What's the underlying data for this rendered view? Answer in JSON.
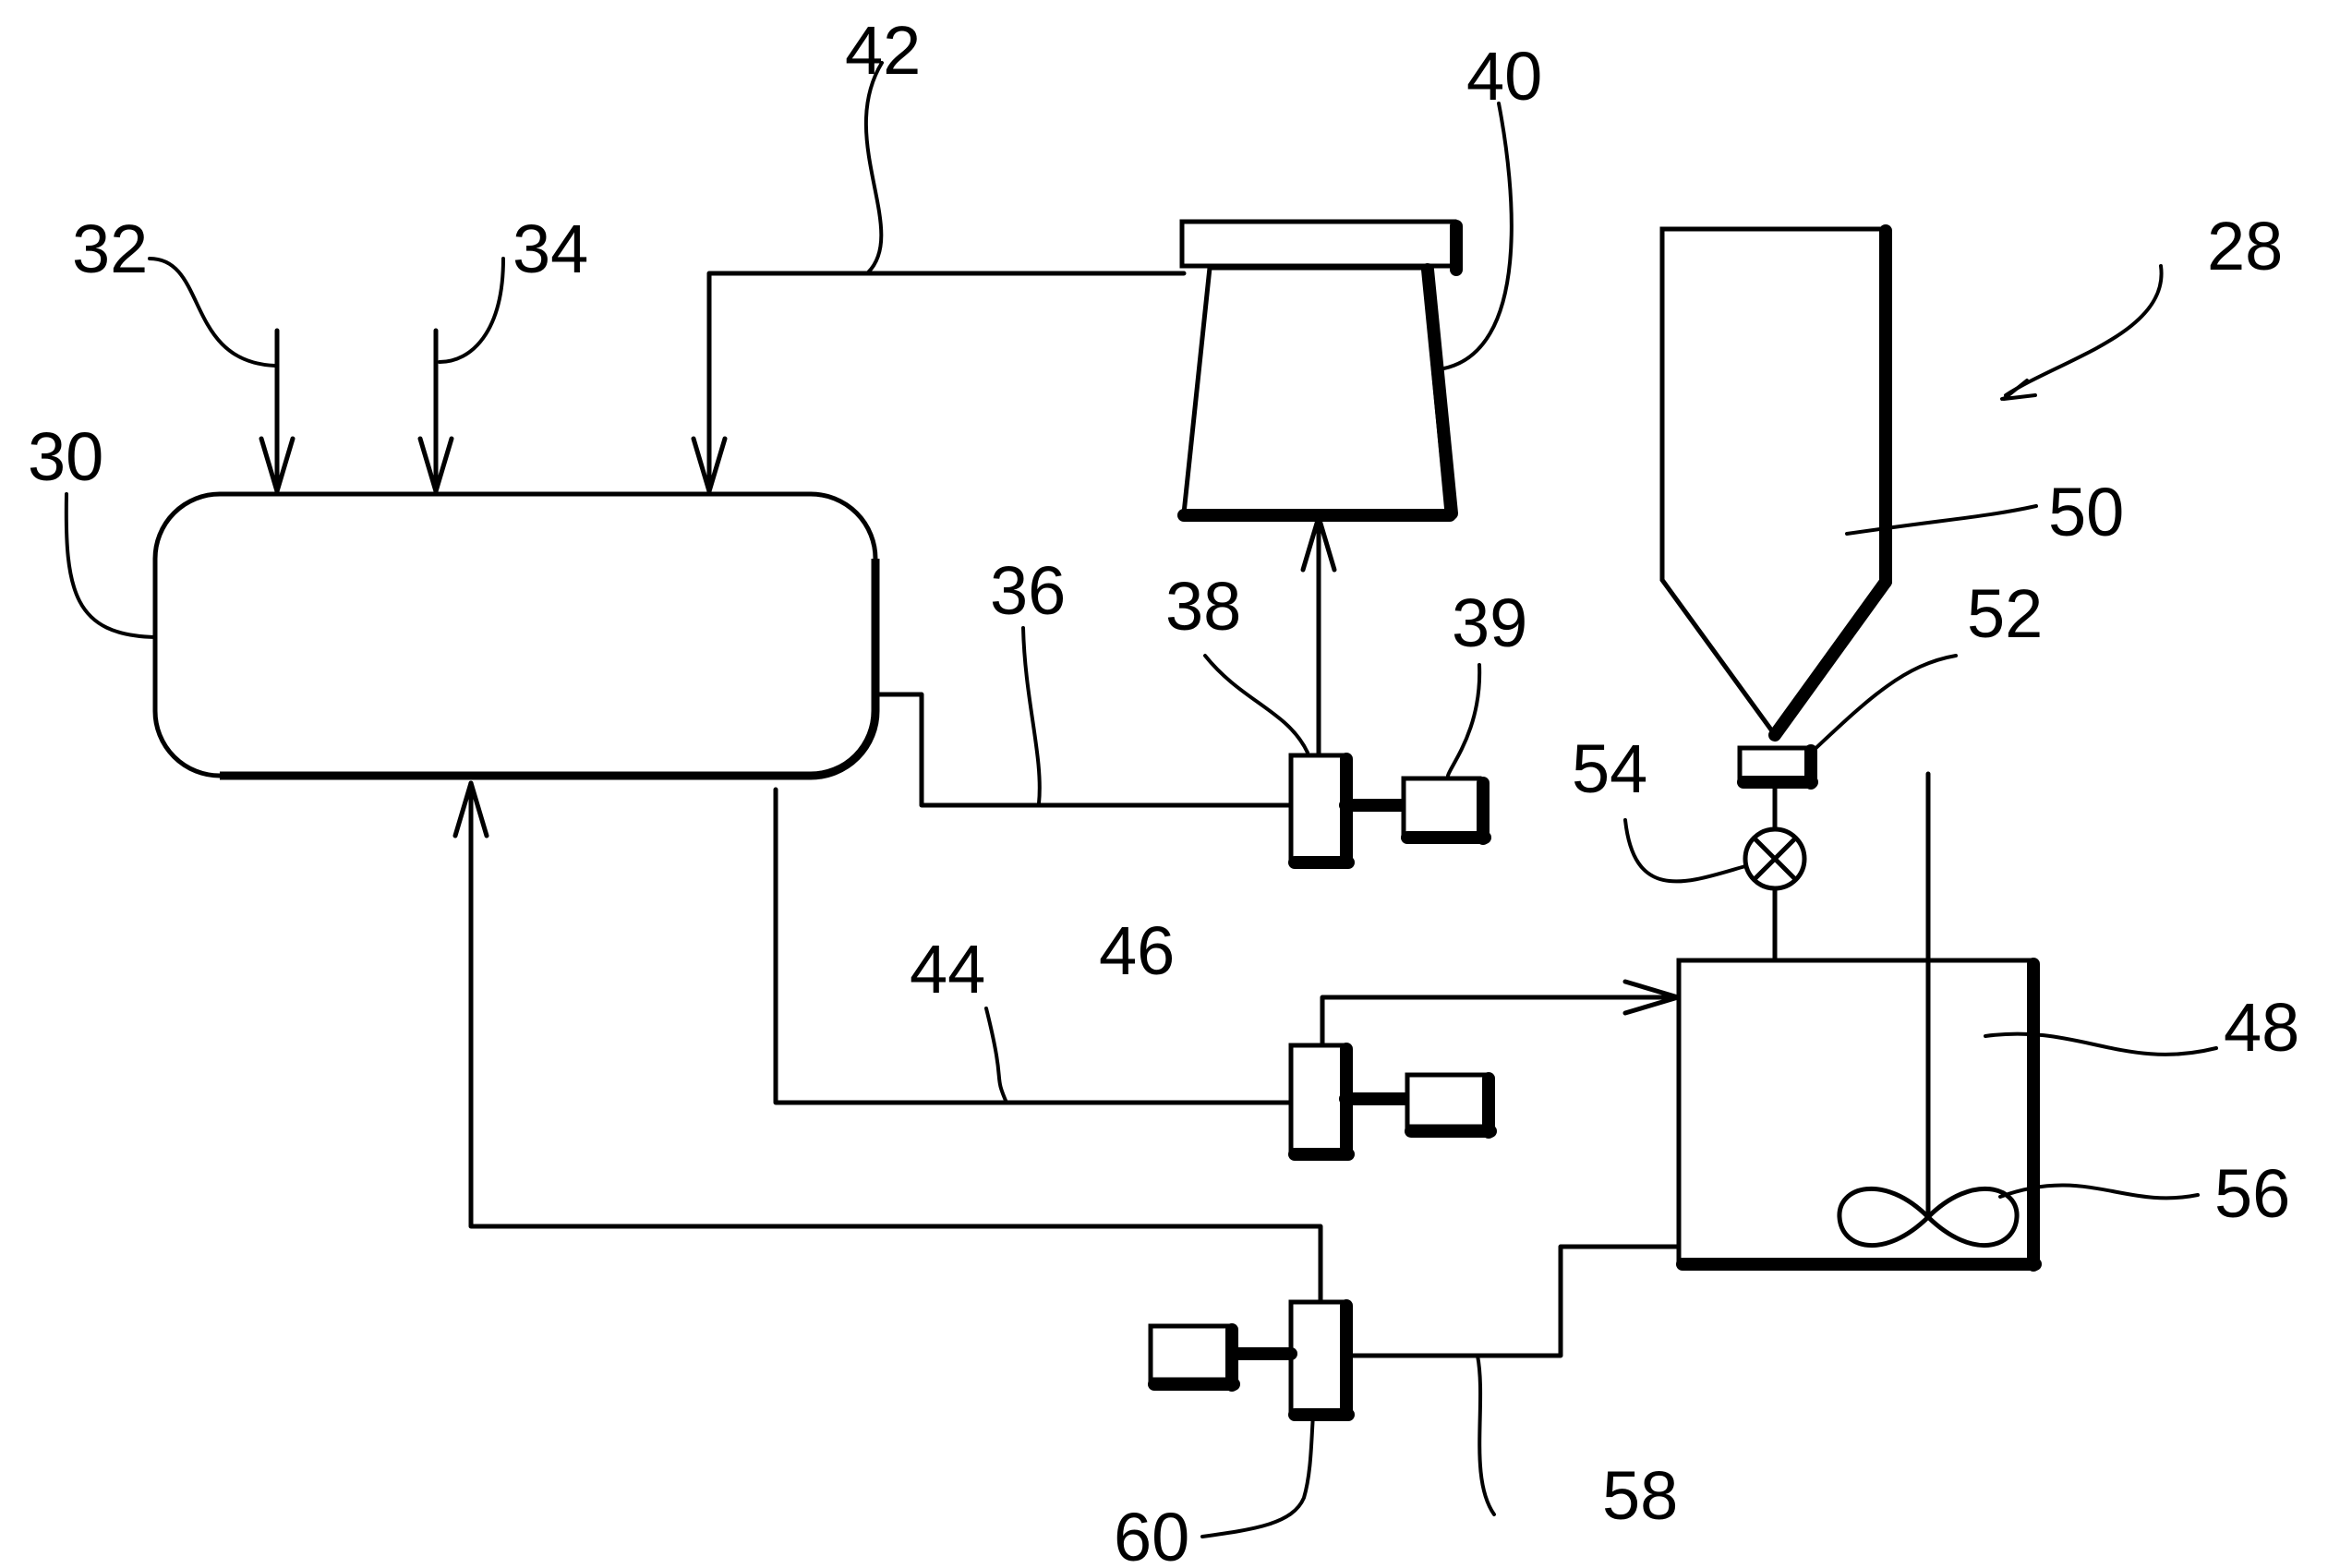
{
  "labels": {
    "r28": "28",
    "r30": "30",
    "r32": "32",
    "r34": "34",
    "r36": "36",
    "r38": "38",
    "r39": "39",
    "r40": "40",
    "r42": "42",
    "r44": "44",
    "r46": "46",
    "r48": "48",
    "r50": "50",
    "r52": "52",
    "r54": "54",
    "r56": "56",
    "r58": "58",
    "r60": "60"
  }
}
